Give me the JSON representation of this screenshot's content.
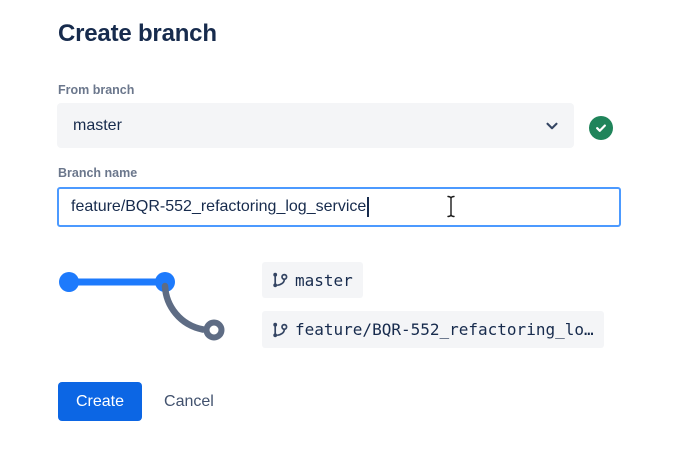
{
  "dialog": {
    "title": "Create branch"
  },
  "from_branch": {
    "label": "From branch",
    "selected": "master",
    "status_icon": "check-circle"
  },
  "branch_name": {
    "label": "Branch name",
    "value": "feature/BQR-552_refactoring_log_service"
  },
  "preview": {
    "source_branch": "master",
    "target_branch": "feature/BQR-552_refactoring_lo…"
  },
  "actions": {
    "create": "Create",
    "cancel": "Cancel"
  },
  "colors": {
    "primary_button": "#0C66E4",
    "graph_source_blue": "#1D7AFC",
    "graph_target_gray": "#5E6C84",
    "valid_green": "#1F845A",
    "focus_border": "#4C9AFF",
    "field_background": "#F4F5F7",
    "text_primary": "#172B4D",
    "text_secondary": "#6B778C"
  }
}
